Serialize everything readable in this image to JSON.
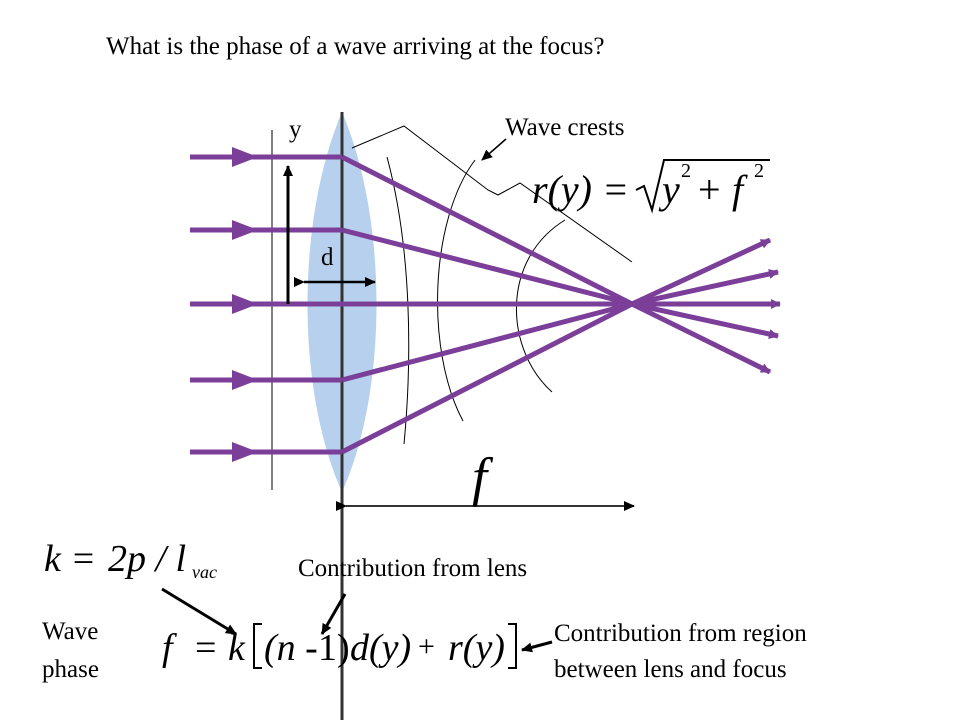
{
  "title": "What is the phase of a wave arriving at the focus?",
  "labels": {
    "y": "y",
    "d": "d",
    "wave_crests": "Wave crests",
    "focal_length": "f",
    "contribution_lens": "Contribution from lens",
    "contribution_region_line1": "Contribution from region",
    "contribution_region_line2": "between lens and focus",
    "wave_phase_line1": "Wave",
    "wave_phase_line2": "phase"
  },
  "equations": {
    "r_lhs": "r(y) =",
    "r_rhs": "y",
    "r_plus": "+",
    "r_f": "f",
    "k_lhs": "k =",
    "k_rhs": "2p / l",
    "k_sub": "vac",
    "phi_lhs": "f",
    "phi_eq": "=",
    "phi_k": "k",
    "phi_n": "(n -",
    "phi_one": "1)",
    "phi_dy": "d(y)",
    "phi_plus": "+",
    "phi_ry": "r(y)"
  },
  "colors": {
    "ray": "#7b3f99",
    "lens": "#a9c8ea",
    "line": "#000000"
  }
}
